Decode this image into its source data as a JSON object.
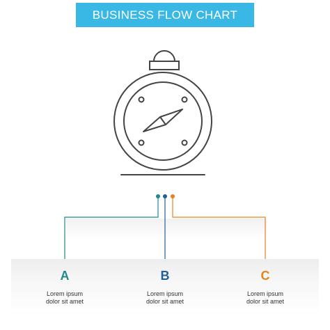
{
  "title": "BUSINESS FLOW CHART",
  "icon": "stopwatch-compass-icon",
  "colors": {
    "banner": "#39b8e6",
    "a": "#1f8a8a",
    "b": "#1f5f9a",
    "c": "#e8821e",
    "outline": "#444444"
  },
  "steps": [
    {
      "letter": "A",
      "line1": "Lorem ipsum",
      "line2": "dolor sit amet"
    },
    {
      "letter": "B",
      "line1": "Lorem ipsum",
      "line2": "dolor sit amet"
    },
    {
      "letter": "C",
      "line1": "Lorem ipsum",
      "line2": "dolor sit amet"
    }
  ]
}
